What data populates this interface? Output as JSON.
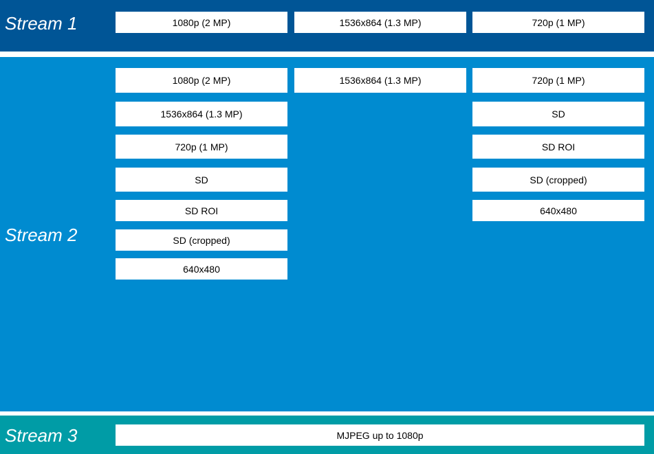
{
  "colors": {
    "stream1_bg": "#005596",
    "stream2_bg": "#008bd0",
    "stream3_bg": "#009ca6",
    "box_bg": "#ffffff",
    "label_text": "#ffffff"
  },
  "stream1": {
    "label": "Stream 1",
    "col1": "1080p (2 MP)",
    "col2": "1536x864 (1.3 MP)",
    "col3": "720p (1 MP)"
  },
  "stream2": {
    "label": "Stream 2",
    "col1": [
      "1080p (2 MP)",
      "1536x864 (1.3 MP)",
      "720p (1 MP)",
      "SD",
      "SD ROI",
      "SD (cropped)",
      "640x480"
    ],
    "col2": [
      "1536x864 (1.3 MP)"
    ],
    "col3": [
      "720p (1 MP)",
      "SD",
      "SD ROI",
      "SD (cropped)",
      "640x480"
    ]
  },
  "stream3": {
    "label": "Stream 3",
    "value": "MJPEG up to 1080p"
  }
}
